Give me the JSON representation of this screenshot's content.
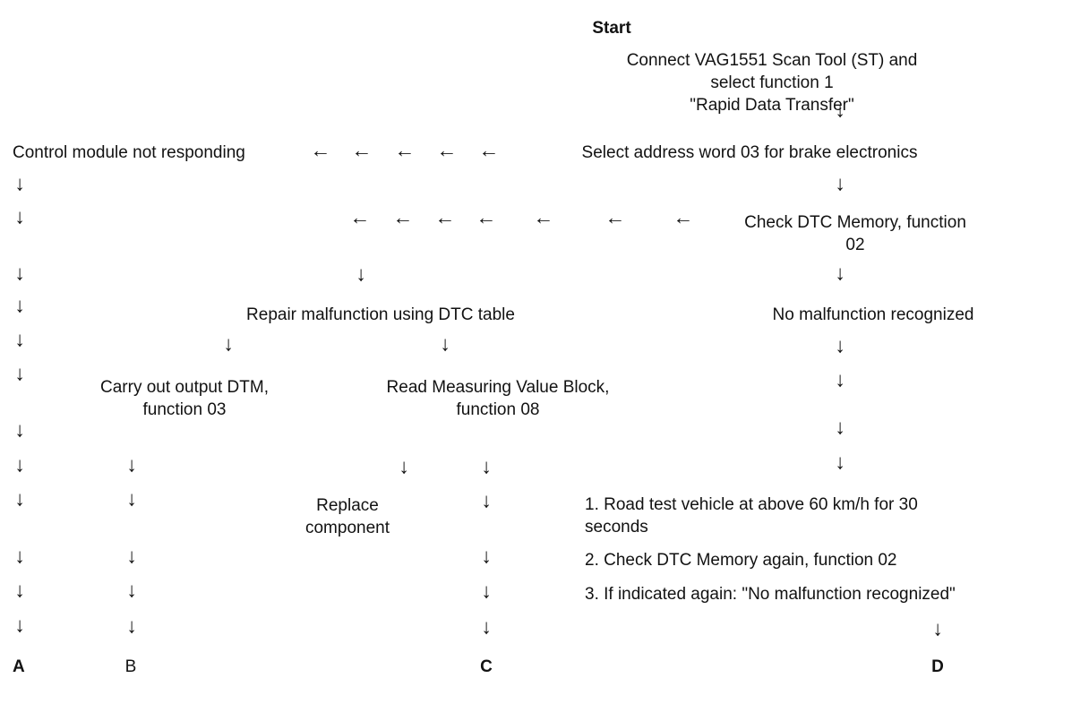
{
  "icons": {
    "arrow_down": "↓",
    "arrow_left": "←"
  },
  "colors": {
    "background": "#ffffff",
    "text": "#121212"
  },
  "flowchart": {
    "title": "Start",
    "nodes": {
      "start": "Start",
      "connect": "Connect VAG1551 Scan Tool (ST) and select function 1\n\"Rapid Data Transfer\"",
      "control_module": "Control module not responding",
      "select_address": "Select address word 03 for brake electronics",
      "check_dtc": "Check DTC Memory, function\n02",
      "repair_malfunction": "Repair malfunction using DTC table",
      "no_malfunction": "No malfunction recognized",
      "carry_out": "Carry out output DTM,\nfunction 03",
      "read_measuring": "Read Measuring Value Block,\nfunction 08",
      "replace": "Replace\ncomponent",
      "road_test_1": "1. Road test vehicle at above 60 km/h for 30\nseconds",
      "road_test_2": "2. Check DTC Memory again, function 02",
      "road_test_3": "3. If indicated again: \"No malfunction recognized\"",
      "branch_a": "A",
      "branch_b": "B",
      "branch_c": "C",
      "branch_d": "D"
    }
  }
}
